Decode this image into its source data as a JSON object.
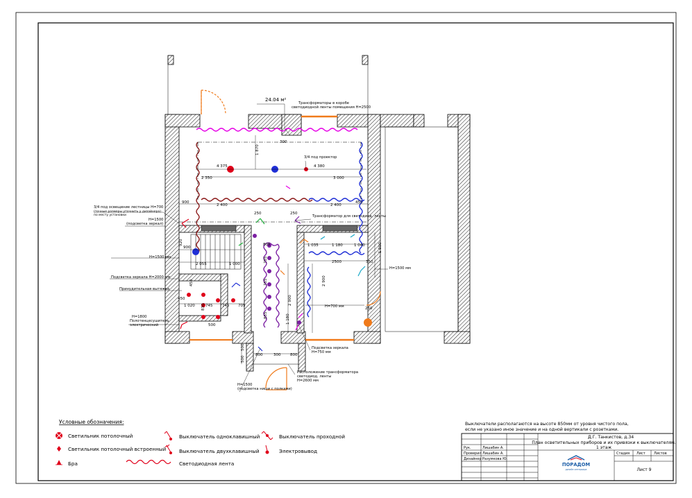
{
  "plan": {
    "area": "24.04 м²",
    "notes": {
      "transformers_box": "Трансформаторы в коробе",
      "led_strip_h": "светодиодной ленты помещения H=2500",
      "projector": "3/4 под проектор",
      "bath_strip_lights": "3/4 под освещение лестницы H=700",
      "bath_strip_sub": "(точные размеры уточнить у дизайнера)",
      "bath_strip_sub2": "по месту установки",
      "h1500_hood": "H=1500",
      "hood_label": "(подсветка зеркал)",
      "transformer_led": "Трансформатор для светодиод. ленты",
      "h1500_left": "H=1500 мм",
      "mirror_light_h2000": "Подсветка зеркала H=2000 мм",
      "exhaust_fan": "Принудительная вытяжка",
      "h1800": "H=1800",
      "towel_dryer": "Полотенцесушитель",
      "towel_dryer2": "электрический",
      "h700": "H=700 мм",
      "h1500_right": "H=1500 мм",
      "mirror_light_750": "Подсветка зеркала",
      "mirror_light_750_h": "H=750 мм",
      "transformer_location": "Расположение трансформатора",
      "transformer_location2": "светодиод. ленты",
      "transformer_location_h": "H=2600 мм",
      "h1500_bottom": "H=1500",
      "niche_light": "(подсветка ниши с полками)"
    },
    "dims": {
      "d4375": "4 375",
      "d4380": "4 380",
      "d2350": "2 350",
      "d3000": "3 000",
      "d2400a": "2 400",
      "d2400b": "2 400",
      "d900a": "900",
      "d450a": "450",
      "d1870": "1 870",
      "d300": "300",
      "d250a": "250",
      "d250b": "250",
      "d900b": "900",
      "d2055": "2 055",
      "d1000": "1 000",
      "d920": "920",
      "d805": "805",
      "d755a": "755",
      "d755b": "755",
      "d855": "855",
      "d1035": "1 035",
      "d1180": "1 180",
      "d1040": "1 040",
      "d2500": "2500",
      "d350": "350",
      "d1000r": "1 000",
      "d2900a": "2 900",
      "d2900b": "2 900",
      "d1020": "1 020",
      "d745a": "745",
      "d745b": "745",
      "d705": "705",
      "d450b": "450",
      "d830": "830",
      "d500": "500",
      "d450c": "450",
      "d250c": "250",
      "d800a": "800",
      "d300b": "300",
      "d800b": "800",
      "d500b": "500",
      "d500c": "500",
      "d1180b": "1 180"
    }
  },
  "legend": {
    "title": "Условные обозначения:",
    "items": [
      "Светильник потолочный",
      "Светильник потолочный встроенный",
      "Бра",
      "Светодиодная лента",
      "Выключатель одноклавишный",
      "Выключатель двухклавишный",
      "Выключатель проходной",
      "Электровывод"
    ]
  },
  "note": {
    "line1": "Выключатели располагаются на высоте 850мм от уровня чистого пола,",
    "line2": "если не указано иное значение и на одной вертикали с розетками."
  },
  "stamp": {
    "project": "Д.Г. Танкистов, д.34",
    "title1": "План осветительных приборов и их привязки к выключателям.",
    "title2": "1 этаж",
    "rows": [
      {
        "role": "Рук.",
        "name": "Лишабин А."
      },
      {
        "role": "Проверил",
        "name": "Лишабин А."
      },
      {
        "role": "Дизайнер",
        "name": "Разумкова Ю."
      }
    ],
    "stage_label": "Стадия",
    "sheet_label": "Лист",
    "sheets_label": "Листов",
    "sheet_no": "Лист 9",
    "company": "ПОРАДОМ",
    "company_sub": "дизайн интерьера"
  },
  "colors": {
    "lamp": "#e0001a",
    "led_magenta": "#e600e6",
    "led_purple": "#7b1fa2",
    "led_blue": "#1f2fd6",
    "led_brown": "#8b1a1a",
    "door": "#f07a1a",
    "switch_green": "#1fb03b",
    "switch_cyan": "#18a8c8",
    "logo_blue": "#1e5fa8"
  }
}
